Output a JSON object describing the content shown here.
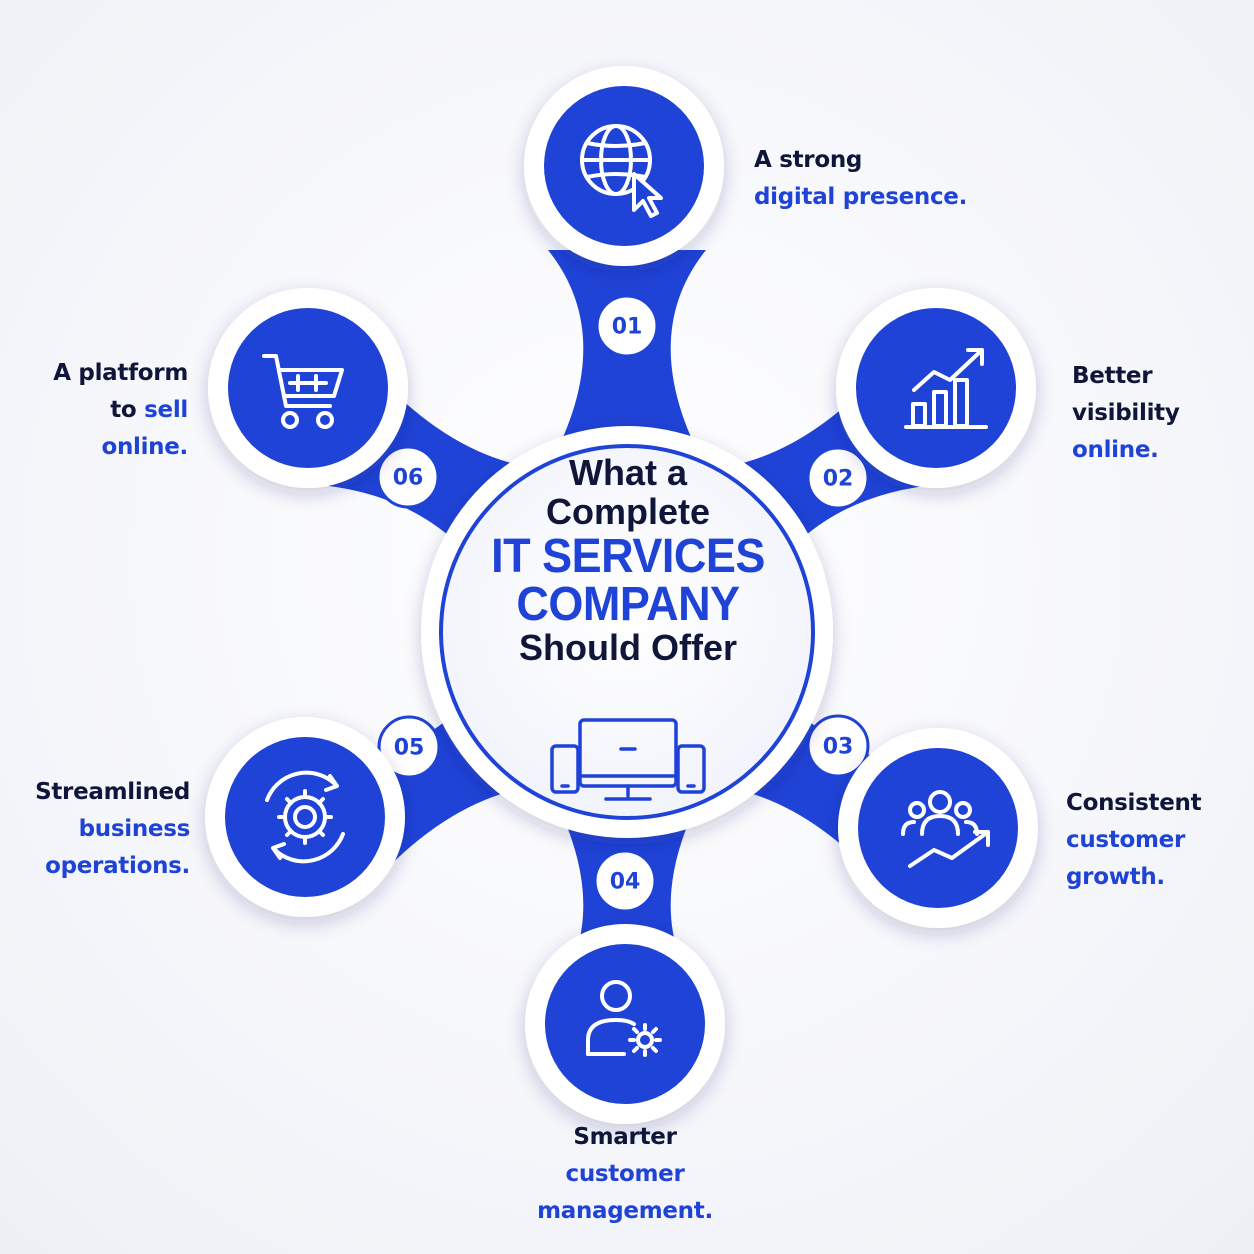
{
  "center": {
    "line1": "What a",
    "line2": "Complete",
    "line3": "IT SERVICES",
    "line4": "COMPANY",
    "line5": "Should Offer",
    "icon": "devices-icon"
  },
  "items": [
    {
      "num": "01",
      "icon": "globe-cursor-icon",
      "dark": "A strong",
      "blue": "digital presence."
    },
    {
      "num": "02",
      "icon": "bar-chart-growth-icon",
      "dark": "Better",
      "blue1": "visibility",
      "blue2": "online."
    },
    {
      "num": "03",
      "icon": "customer-growth-icon",
      "dark": "Consistent",
      "blue1": "customer",
      "blue2": "growth."
    },
    {
      "num": "04",
      "icon": "user-settings-icon",
      "dark": "Smarter",
      "blue1": "customer",
      "blue2": "management."
    },
    {
      "num": "05",
      "icon": "gear-cycle-icon",
      "dark": "Streamlined",
      "blue1": "business",
      "blue2": "operations."
    },
    {
      "num": "06",
      "icon": "shopping-cart-icon",
      "dark1": "A platform",
      "dark2": "to",
      "blue2": "sell",
      "blue3": "online."
    }
  ],
  "colors": {
    "blue": "#1f43d6",
    "dark": "#10163a",
    "white": "#ffffff"
  }
}
